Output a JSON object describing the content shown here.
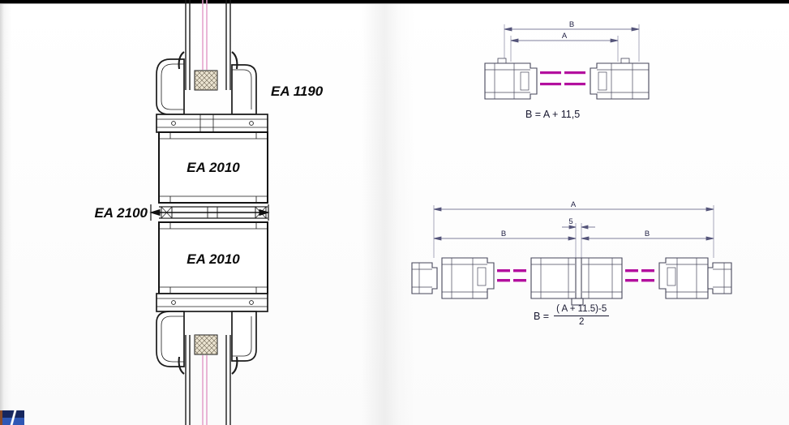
{
  "page": {
    "top_border_color": "#000000",
    "background": "#fdfdfd"
  },
  "colors": {
    "profile_line": "#1b1b1b",
    "detail_line": "#46465a",
    "dimension_line": "#55557a",
    "gasket": "#b30f9e",
    "glass": "#e39fca",
    "hatch_fill": "#eae3d0"
  },
  "left_drawing": {
    "labels": {
      "top_profile": "EA 1190",
      "upper_profile": "EA 2010",
      "junction_profile": "EA 2100",
      "lower_profile": "EA 2010"
    }
  },
  "top_right_drawing": {
    "dim_outer": "B",
    "dim_inner": "A",
    "formula": "B = A + 11,5"
  },
  "bottom_right_drawing": {
    "dim_overall": "A",
    "dim_left": "B",
    "dim_right": "B",
    "dim_gap": "5",
    "formula_lhs": "B =",
    "formula_numerator": "( A + 11.5)-5",
    "formula_denominator": "2"
  }
}
